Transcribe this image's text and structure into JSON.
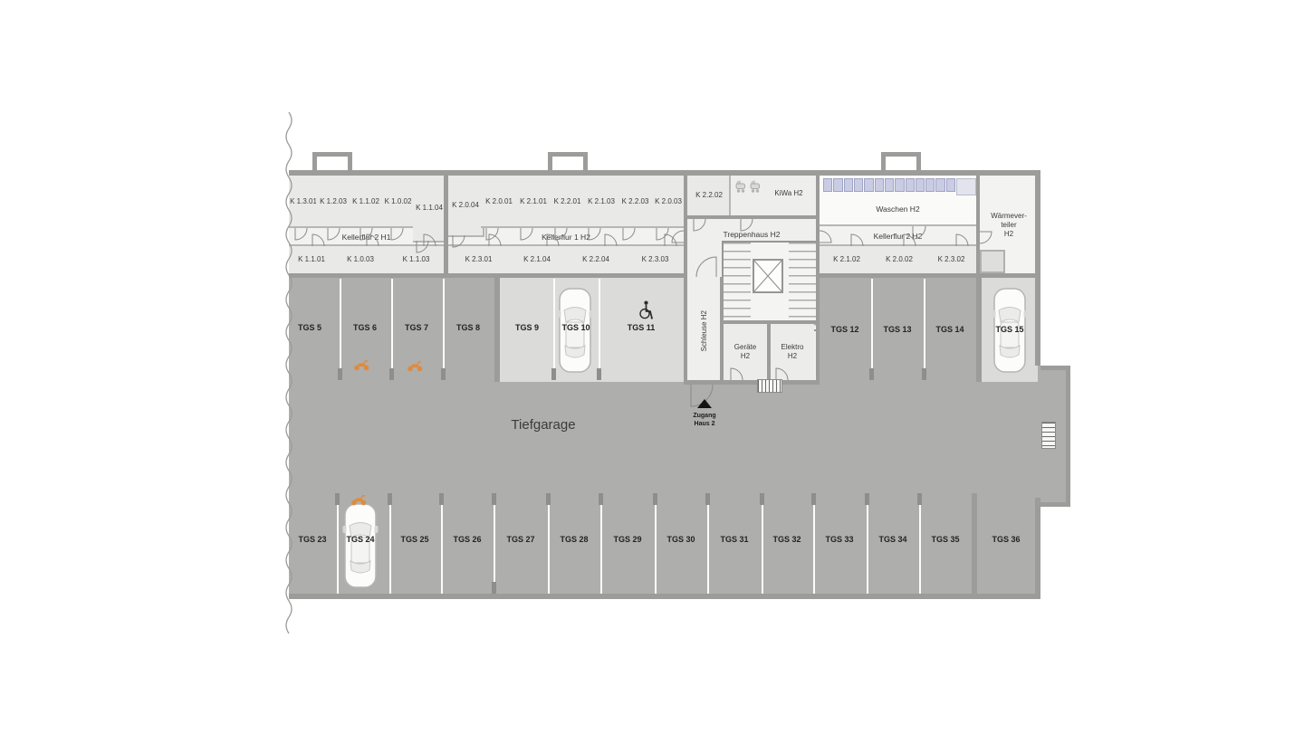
{
  "title": "Tiefgarage",
  "entrance": {
    "line1": "Zugang",
    "line2": "Haus 2"
  },
  "corridors": {
    "h1": "Kellerflur 2 H1",
    "h2_mid": "Kellerflur 1 H2",
    "stair": "Treppenhaus H2",
    "h2_right": "Kellerflur 2 H2"
  },
  "rooms": {
    "k2202": "K 2.2.02",
    "kiwa": "KiWa H2",
    "waschen": "Waschen H2",
    "waerme1": "Wärmever-",
    "waerme2": "teiler",
    "waerme3": "H2",
    "schleuse": "Schleuse H2",
    "geraete": "Geräte H2",
    "elektro": "Elektro H2"
  },
  "keller_row1_left": [
    "K 1.3.01",
    "K 1.2.03",
    "K 1.1.02",
    "K 1.0.02",
    "K 1.1.04"
  ],
  "keller_row1_mid": [
    "K 2.0.04",
    "K 2.0.01",
    "K 2.1.01",
    "K 2.2.01",
    "K 2.1.03",
    "K 2.2.03",
    "K 2.0.03"
  ],
  "keller_row2_left": [
    "K 1.1.01",
    "K 1.0.03",
    "K 1.1.03"
  ],
  "keller_row2_mid": [
    "K 2.3.01",
    "K 2.1.04",
    "K 2.2.04",
    "K 2.3.03"
  ],
  "keller_row2_right": [
    "K 2.1.02",
    "K 2.0.02",
    "K 2.3.02"
  ],
  "parking_top": [
    "TGS 5",
    "TGS 6",
    "TGS 7",
    "TGS 8",
    "TGS 9",
    "TGS 10",
    "TGS 11",
    "TGS 12",
    "TGS 13",
    "TGS 14",
    "TGS 15"
  ],
  "parking_bottom": [
    "TGS 23",
    "TGS 24",
    "TGS 25",
    "TGS 26",
    "TGS 27",
    "TGS 28",
    "TGS 29",
    "TGS 30",
    "TGS 31",
    "TGS 32",
    "TGS 33",
    "TGS 34",
    "TGS 35",
    "TGS 36"
  ],
  "colors": {
    "garage_floor": "#aeaeac",
    "light_parking": "#dbdbd9",
    "basement_room": "#e9e9e7",
    "corridor": "#f2f2f0",
    "wall": "#9c9c9a",
    "scooter_accent": "#de8b3f",
    "washer": "#c9cce3"
  }
}
